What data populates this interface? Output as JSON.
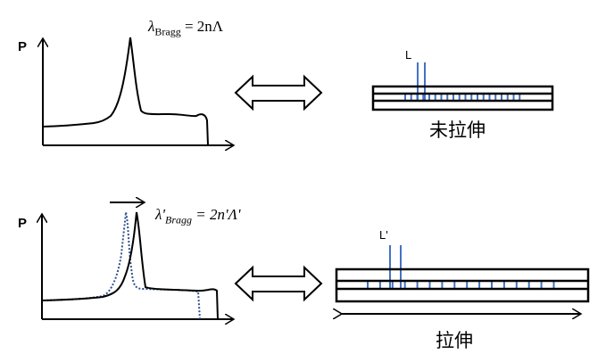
{
  "top": {
    "axis_label": "P",
    "formula_lambda": "λ",
    "formula_sub": "Bragg",
    "formula_rhs": " = 2nΛ",
    "fiber_label": "L",
    "caption": "未拉伸"
  },
  "bottom": {
    "axis_label": "P",
    "formula_lambda": "λ'",
    "formula_sub": "Bragg",
    "formula_rhs": " = 2n'Λ'",
    "fiber_label": "L'",
    "caption": "拉伸"
  },
  "colors": {
    "line": "#000000",
    "grating": "#4472c4",
    "dotted": "#2f4f8f"
  }
}
